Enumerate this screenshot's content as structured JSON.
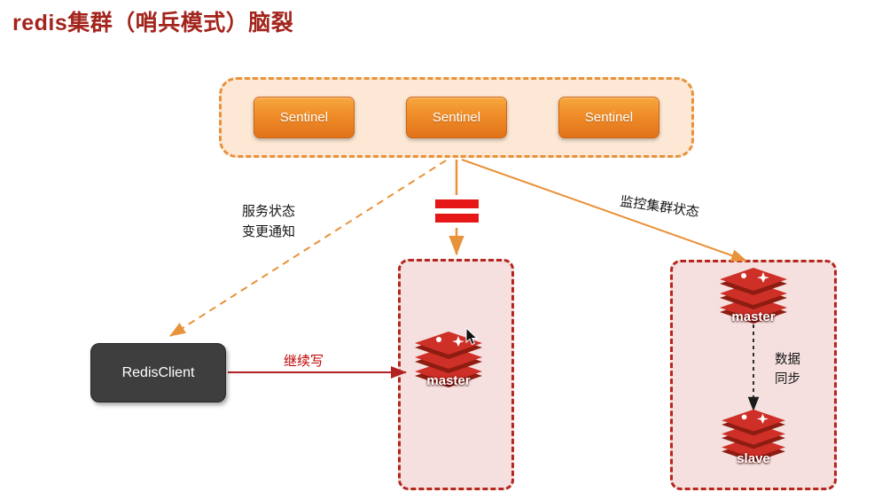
{
  "title": "redis集群（哨兵模式）脑裂",
  "sentinel_cluster": {
    "items": [
      {
        "label": "Sentinel"
      },
      {
        "label": "Sentinel"
      },
      {
        "label": "Sentinel"
      }
    ]
  },
  "client": {
    "label": "RedisClient"
  },
  "edges": {
    "notify_line1": "服务状态",
    "notify_line2": "变更通知",
    "monitor_label": "监控集群状态",
    "write_label": "继续写",
    "sync_line1": "数据",
    "sync_line2": "同步"
  },
  "partition_left": {
    "master_label": "master"
  },
  "partition_right": {
    "master_label": "master",
    "slave_label": "slave"
  },
  "colors": {
    "title_red": "#a3241c",
    "sentinel_border_orange": "#e8923a",
    "sentinel_fill": "#fce8d5",
    "sentinel_button_orange": "#ef8c28",
    "partition_border_red": "#b4261e",
    "partition_fill": "#f5e0df",
    "equals_red": "#e61717",
    "client_dark": "#3e3e3e",
    "write_arrow_red": "#b22222",
    "arrow_orange": "#e8923a",
    "redis_icon_red": "#ce3028"
  }
}
